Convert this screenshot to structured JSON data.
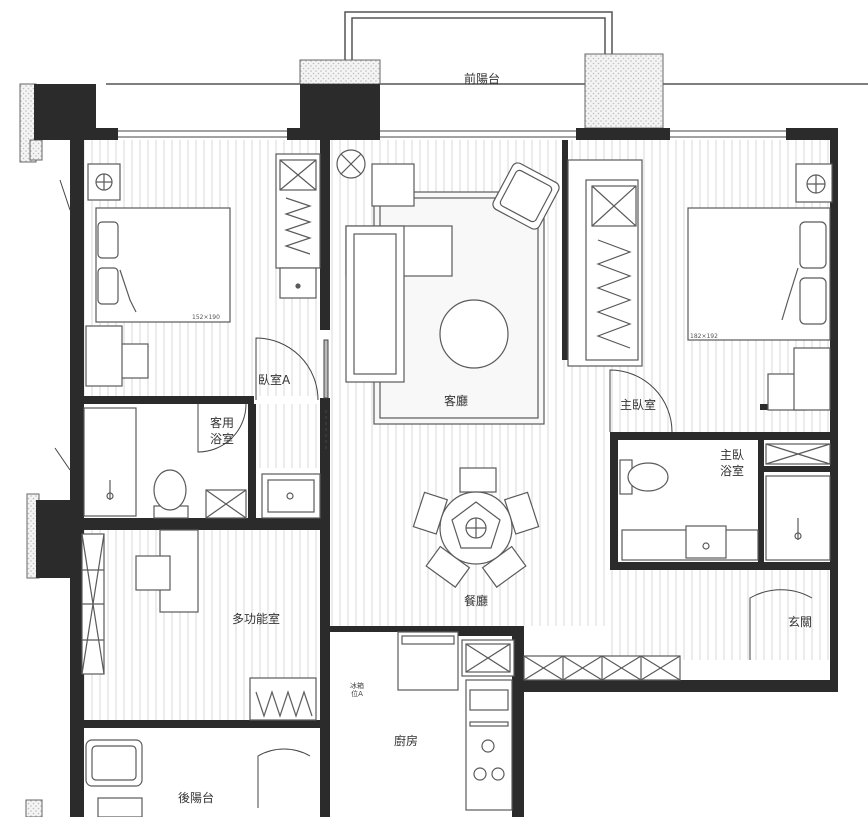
{
  "rooms": {
    "front_balcony": "前陽台",
    "bedroom_a": "臥室A",
    "living_room": "客廳",
    "master_bedroom": "主臥室",
    "guest_bath_line1": "客用",
    "guest_bath_line2": "浴室",
    "master_bath_line1": "主臥",
    "master_bath_line2": "浴室",
    "dining_room": "餐廳",
    "multi_room": "多功能室",
    "entrance": "玄關",
    "kitchen": "廚房",
    "back_balcony": "後陽台"
  },
  "bed_sizes": {
    "bedroom_a": "152×190",
    "master": "182×192"
  },
  "appliance_label": "冰箱 位A",
  "colors": {
    "wall": "#2b2b2b",
    "pillar": "#262626",
    "hatch": "#c9c9c9",
    "floor_line": "#d8d8d8",
    "furniture": "#5a5a5a"
  }
}
